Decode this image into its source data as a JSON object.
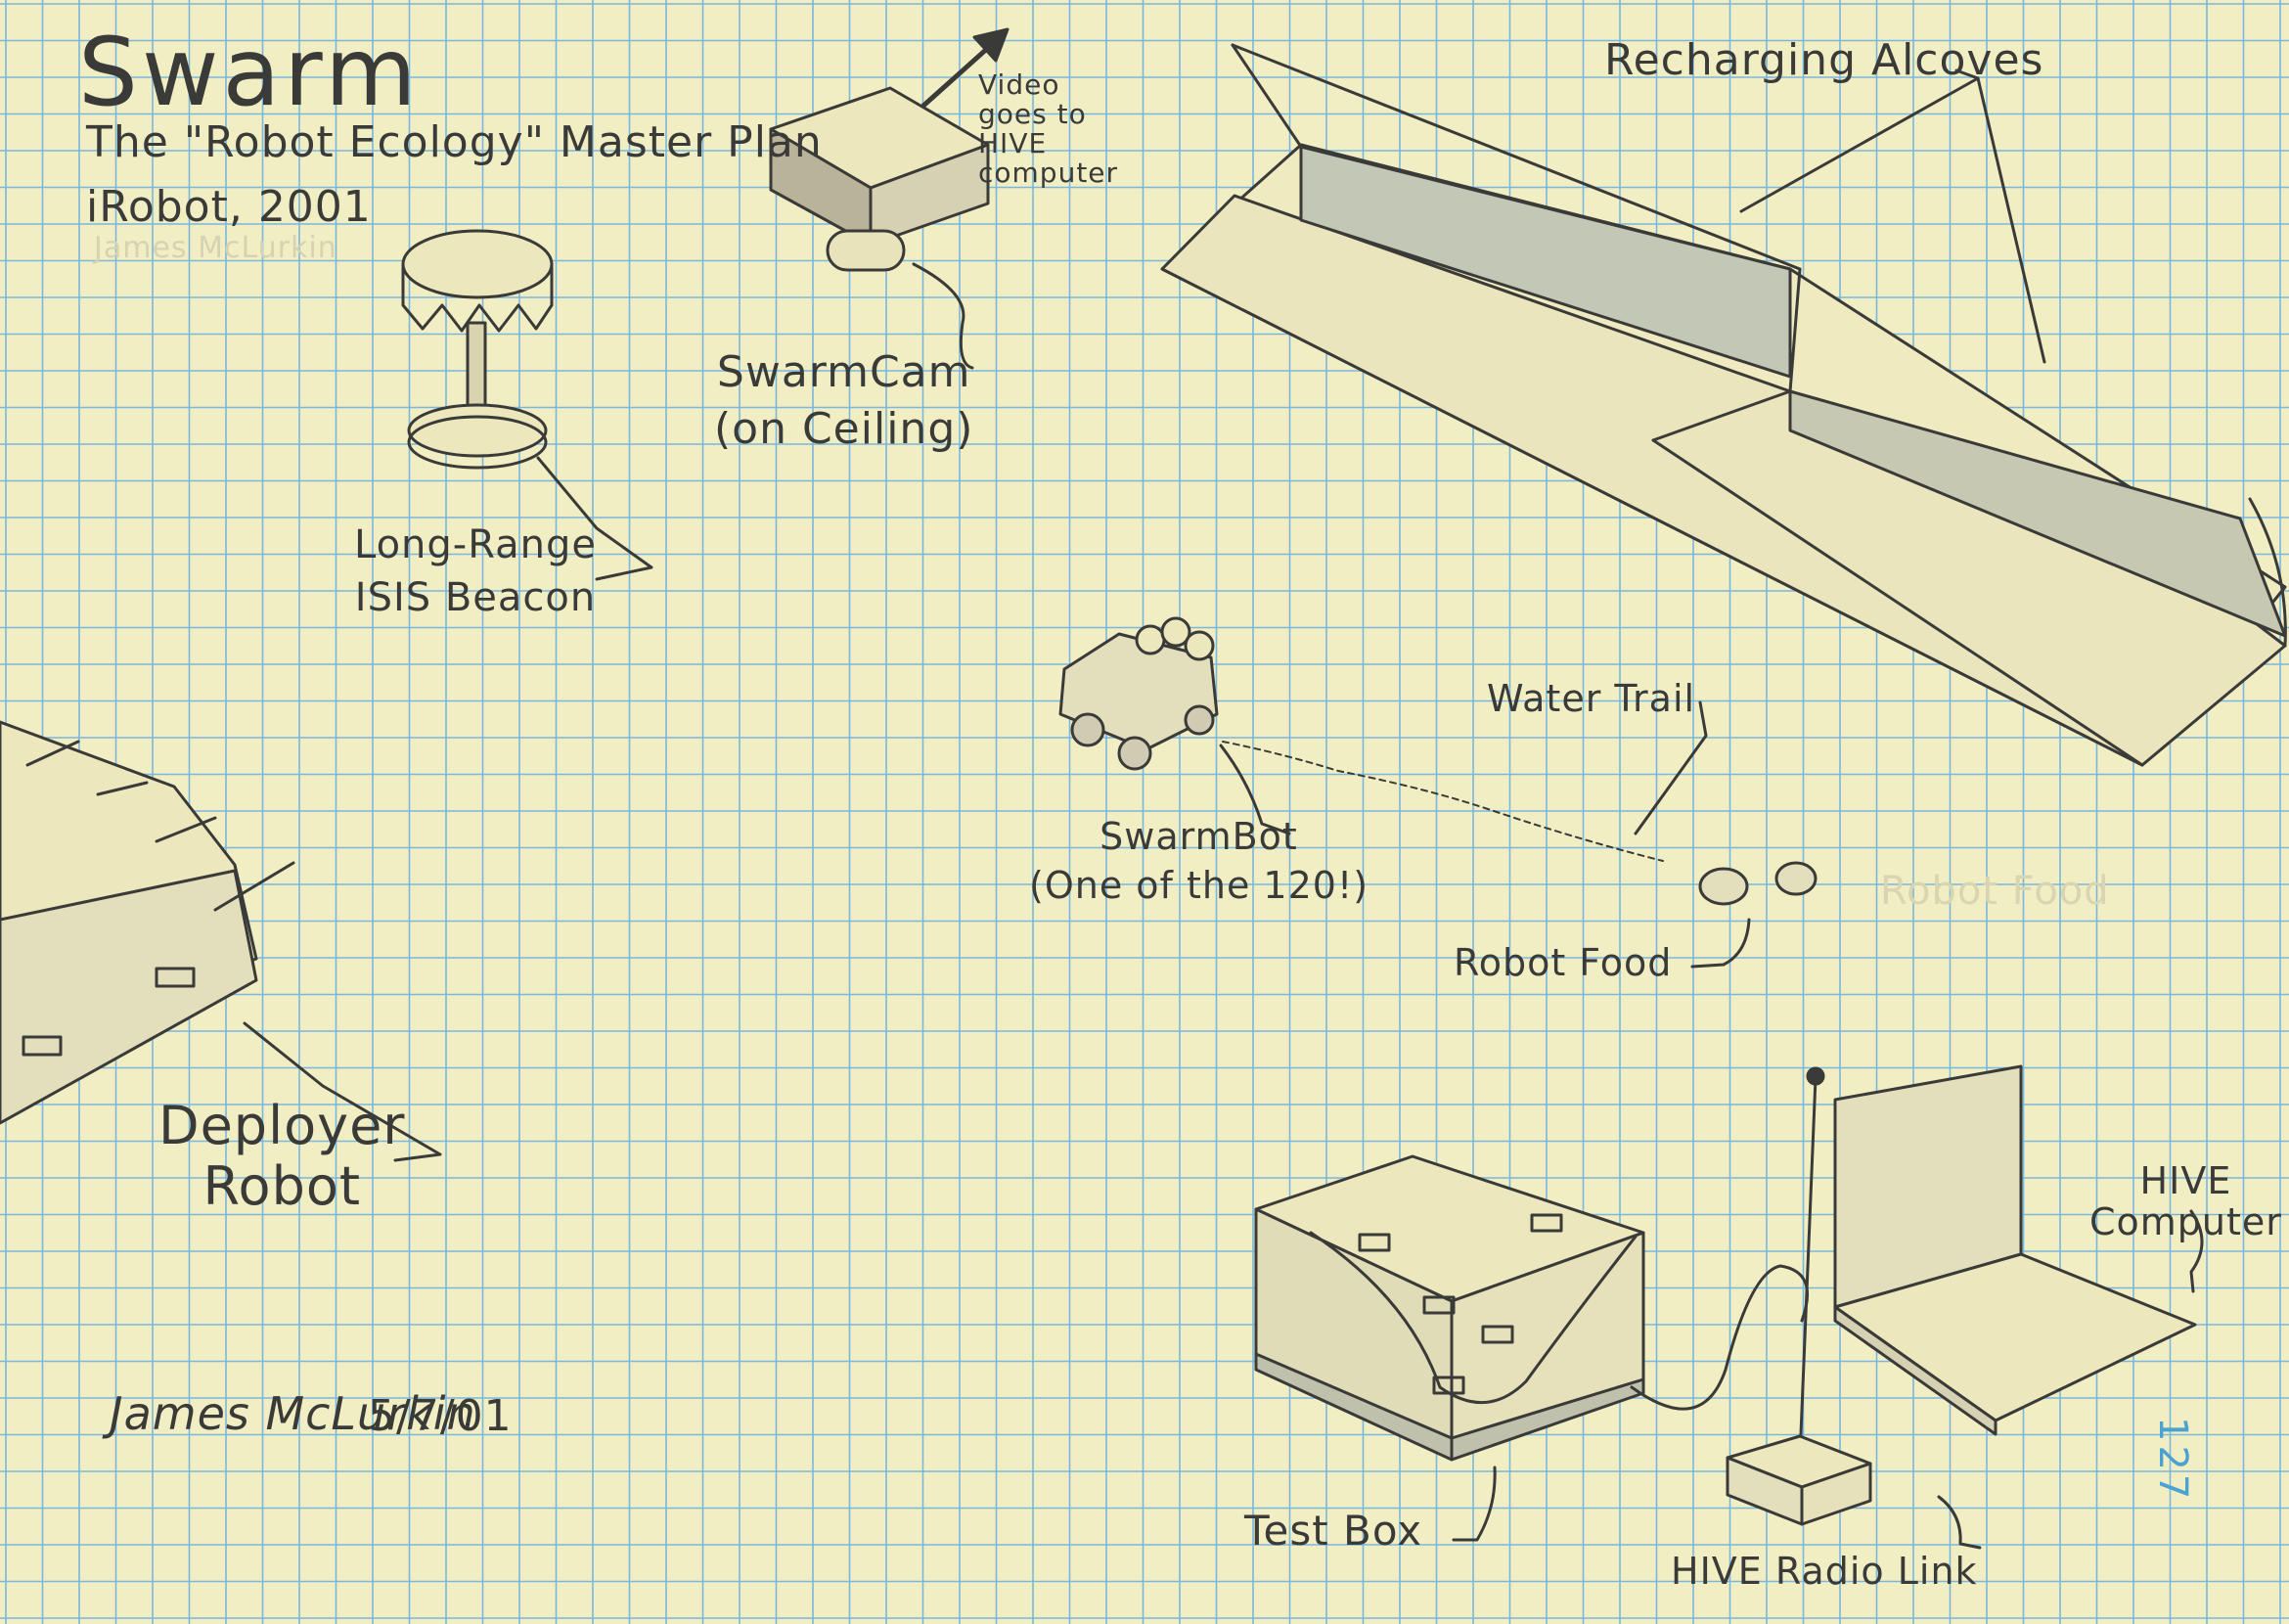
{
  "title": {
    "main": "Swarm",
    "subtitle": "The \"Robot Ecology\" Master Plan",
    "credit": "iRobot, 2001",
    "faint_name": "James McLurkin"
  },
  "labels": {
    "video": "Video goes to HIVE computer",
    "swarmcam": "SwarmCam",
    "swarmcam_note": "(on Ceiling)",
    "beacon_line1": "Long-Range",
    "beacon_line2": "ISIS Beacon",
    "alcoves": "Recharging Alcoves",
    "water_trail": "Water Trail",
    "swarmbot": "SwarmBot",
    "swarmbot_note": "(One of the 120!)",
    "robot_food": "Robot Food",
    "robot_food_faint": "Robot Food",
    "deployer_line1": "Deployer",
    "deployer_line2": "Robot",
    "hive_line1": "HIVE",
    "hive_line2": "Computer",
    "test_box": "Test Box",
    "radio_link": "HIVE Radio Link"
  },
  "signature": {
    "name": "James McLurkin",
    "date": "5/7/01"
  },
  "page_number": "127",
  "colors": {
    "paper": "#f2eec4",
    "grid": "#79b7dd",
    "ink": "#3a3a38",
    "page_number": "#4aa2d2"
  }
}
